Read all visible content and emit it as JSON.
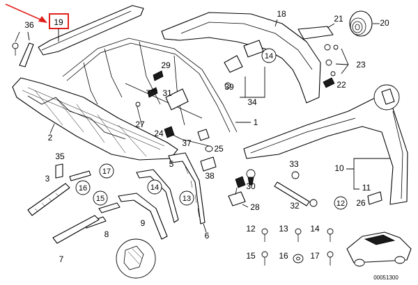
{
  "highlight": {
    "label": "19",
    "color": "#e0201b"
  },
  "labels": [
    "36",
    "18",
    "21",
    "20",
    "3",
    "2",
    "29",
    "31",
    "39",
    "14",
    "23",
    "22",
    "34",
    "1",
    "27",
    "24",
    "37",
    "25",
    "5",
    "38",
    "33",
    "35",
    "16",
    "17",
    "15",
    "14",
    "13",
    "10",
    "30",
    "11",
    "12",
    "26",
    "32",
    "28",
    "9",
    "6",
    "8",
    "7",
    "12",
    "13",
    "14",
    "15",
    "16",
    "17"
  ],
  "reference_number": "00051300"
}
